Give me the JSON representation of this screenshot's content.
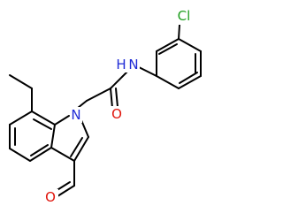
{
  "molecule": {
    "atom_labels": {
      "chlorine": "Cl",
      "amide_nitrogen": "N",
      "amide_hydrogen": "H",
      "carbonyl_oxygen": "O",
      "indole_nitrogen": "N",
      "aldehyde_oxygen": "O"
    },
    "colors": {
      "bond": "#000000",
      "chlorine": "#1f9e1f",
      "nitrogen": "#1f2bd6",
      "oxygen": "#e0140b"
    }
  }
}
